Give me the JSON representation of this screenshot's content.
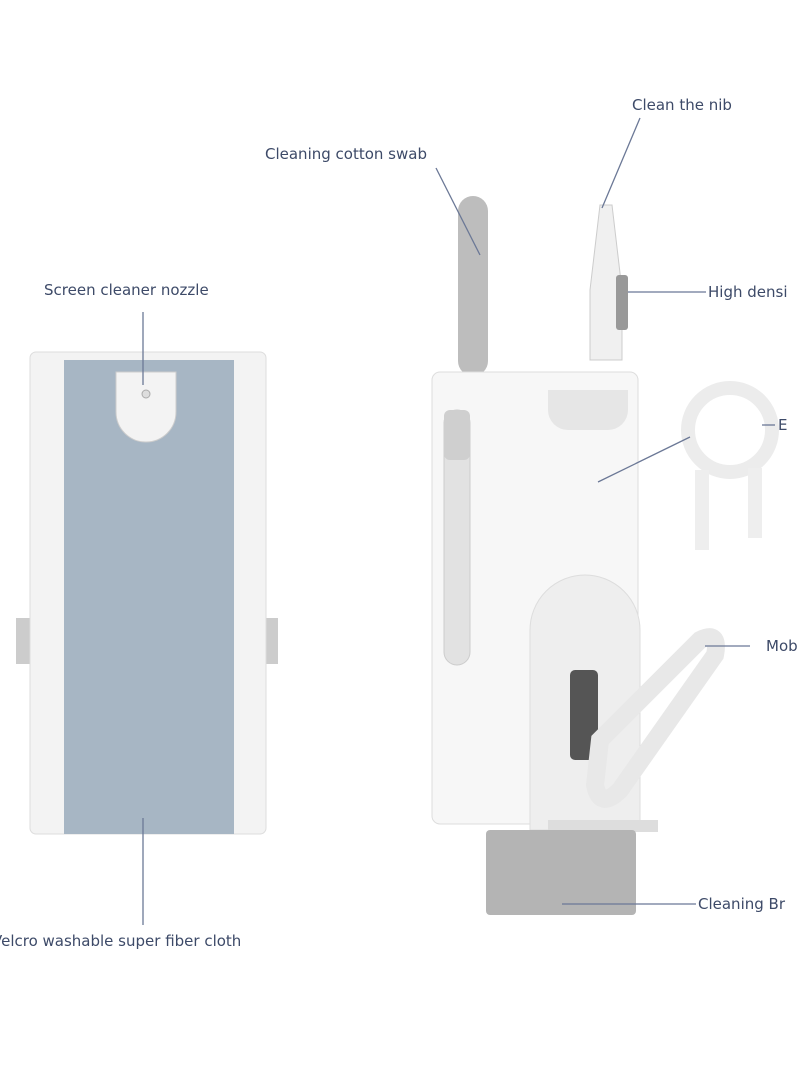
{
  "labels": {
    "clean_nib": "Clean the nib",
    "cotton_swab": "Cleaning cotton swab",
    "high_density": "High densi",
    "nozzle": "Screen cleaner nozzle",
    "e_tool": "E",
    "mobile": "Mob",
    "brush": "Cleaning Br",
    "cloth": "Velcro washable super fiber cloth"
  },
  "colors": {
    "label": "#3d4a68",
    "line": "#6b7896",
    "cloth": "#a7b6c4",
    "body": "#f4f4f4",
    "brush": "#b4b4b4"
  }
}
